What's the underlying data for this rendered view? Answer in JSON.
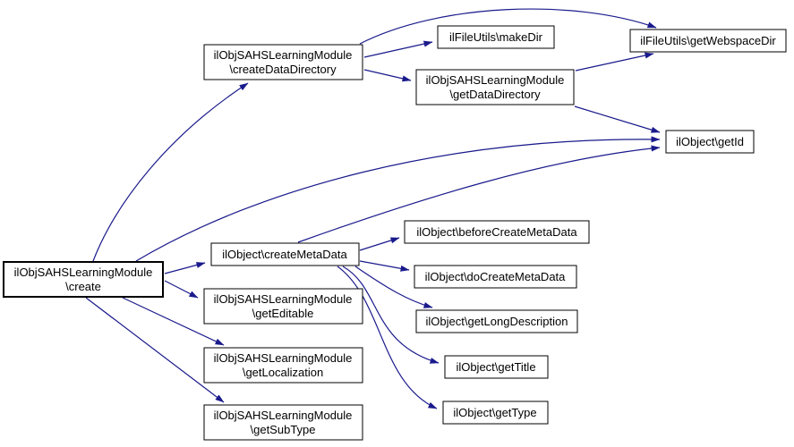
{
  "diagram_type": "call-graph",
  "colors": {
    "background": "#ffffff",
    "edge": "#1a1a8c",
    "node_fill": "#ffffff",
    "node_border": "#000000",
    "highlighted_node_fill": "#bfbfbf",
    "text": "#000000"
  },
  "nodes": {
    "create": {
      "line1": "ilObjSAHSLearningModule",
      "line2": "\\create",
      "highlighted": true
    },
    "createDataDirectory": {
      "line1": "ilObjSAHSLearningModule",
      "line2": "\\createDataDirectory"
    },
    "makeDir": {
      "label": "ilFileUtils\\makeDir"
    },
    "getWebspaceDir": {
      "label": "ilFileUtils\\getWebspaceDir"
    },
    "getDataDirectory": {
      "line1": "ilObjSAHSLearningModule",
      "line2": "\\getDataDirectory"
    },
    "getId": {
      "label": "ilObject\\getId"
    },
    "createMetaData": {
      "label": "ilObject\\createMetaData"
    },
    "beforeCreateMetaData": {
      "label": "ilObject\\beforeCreateMetaData"
    },
    "doCreateMetaData": {
      "label": "ilObject\\doCreateMetaData"
    },
    "getLongDescription": {
      "label": "ilObject\\getLongDescription"
    },
    "getTitle": {
      "label": "ilObject\\getTitle"
    },
    "getType": {
      "label": "ilObject\\getType"
    },
    "getEditable": {
      "line1": "ilObjSAHSLearningModule",
      "line2": "\\getEditable"
    },
    "getLocalization": {
      "line1": "ilObjSAHSLearningModule",
      "line2": "\\getLocalization"
    },
    "getSubType": {
      "line1": "ilObjSAHSLearningModule",
      "line2": "\\getSubType"
    }
  },
  "edges": [
    {
      "from": "ilObjSAHSLearningModule\\create",
      "to": "ilObjSAHSLearningModule\\createDataDirectory"
    },
    {
      "from": "ilObjSAHSLearningModule\\create",
      "to": "ilObject\\getId"
    },
    {
      "from": "ilObjSAHSLearningModule\\create",
      "to": "ilObject\\createMetaData"
    },
    {
      "from": "ilObjSAHSLearningModule\\create",
      "to": "ilObjSAHSLearningModule\\getEditable"
    },
    {
      "from": "ilObjSAHSLearningModule\\create",
      "to": "ilObjSAHSLearningModule\\getLocalization"
    },
    {
      "from": "ilObjSAHSLearningModule\\create",
      "to": "ilObjSAHSLearningModule\\getSubType"
    },
    {
      "from": "ilObjSAHSLearningModule\\createDataDirectory",
      "to": "ilFileUtils\\makeDir"
    },
    {
      "from": "ilObjSAHSLearningModule\\createDataDirectory",
      "to": "ilObjSAHSLearningModule\\getDataDirectory"
    },
    {
      "from": "ilObjSAHSLearningModule\\createDataDirectory",
      "to": "ilFileUtils\\getWebspaceDir"
    },
    {
      "from": "ilObjSAHSLearningModule\\getDataDirectory",
      "to": "ilFileUtils\\getWebspaceDir"
    },
    {
      "from": "ilObjSAHSLearningModule\\getDataDirectory",
      "to": "ilObject\\getId"
    },
    {
      "from": "ilObject\\createMetaData",
      "to": "ilObject\\getId"
    },
    {
      "from": "ilObject\\createMetaData",
      "to": "ilObject\\beforeCreateMetaData"
    },
    {
      "from": "ilObject\\createMetaData",
      "to": "ilObject\\doCreateMetaData"
    },
    {
      "from": "ilObject\\createMetaData",
      "to": "ilObject\\getLongDescription"
    },
    {
      "from": "ilObject\\createMetaData",
      "to": "ilObject\\getTitle"
    },
    {
      "from": "ilObject\\createMetaData",
      "to": "ilObject\\getType"
    }
  ]
}
